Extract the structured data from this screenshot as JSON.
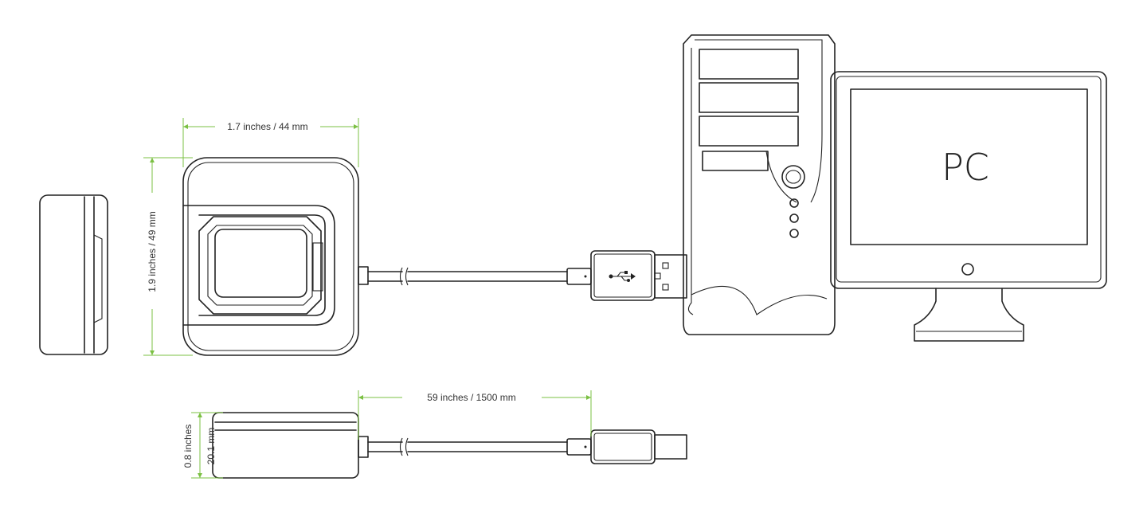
{
  "labels": {
    "pc": "PC",
    "width": "1.7 inches / 44 mm",
    "height": "1.9 inches / 49 mm",
    "cable": "59 inches / 1500 mm",
    "depth_in": "0.8 inches",
    "depth_mm": "20.1 mm"
  },
  "icons": {
    "usb": "usb-trident-icon"
  },
  "colors": {
    "dimension": "#7bc043",
    "outline": "#222222"
  }
}
